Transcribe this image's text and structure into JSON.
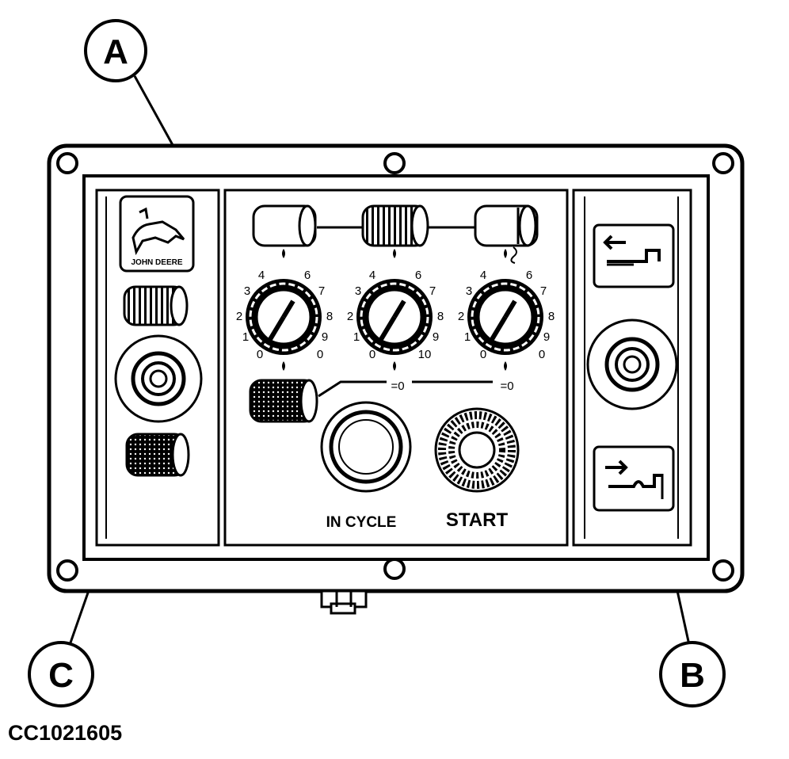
{
  "callouts": {
    "a": "A",
    "b": "B",
    "c": "C"
  },
  "figure_id": "CC1021605",
  "logo_text": "JOHN DEERE",
  "labels": {
    "in_cycle": "IN CYCLE",
    "start": "START"
  },
  "dial_scales": [
    [
      "0",
      "1",
      "2",
      "3",
      "4",
      "6",
      "7",
      "8",
      "9",
      "0"
    ],
    [
      "0",
      "1",
      "2",
      "3",
      "4",
      "6",
      "7",
      "8",
      "9",
      "10"
    ],
    [
      "0",
      "1",
      "2",
      "3",
      "4",
      "6",
      "7",
      "8",
      "9",
      "0"
    ]
  ],
  "zero_marks": {
    "middle": "=0",
    "right": "=0"
  },
  "colors": {
    "ink": "#000000",
    "paper": "#ffffff"
  }
}
